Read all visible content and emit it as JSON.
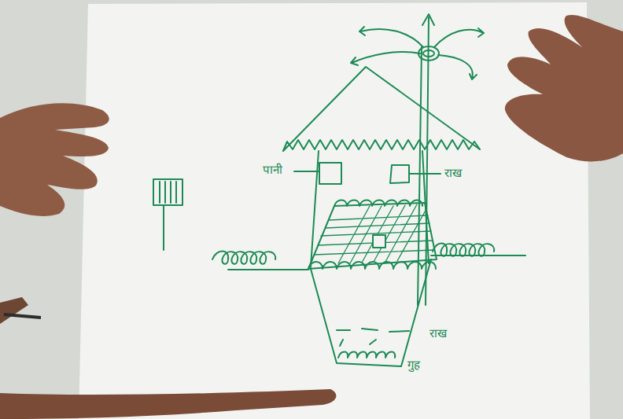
{
  "diagram": {
    "labels": [
      "पानी",
      "राख",
      "राख",
      "गुह"
    ]
  }
}
